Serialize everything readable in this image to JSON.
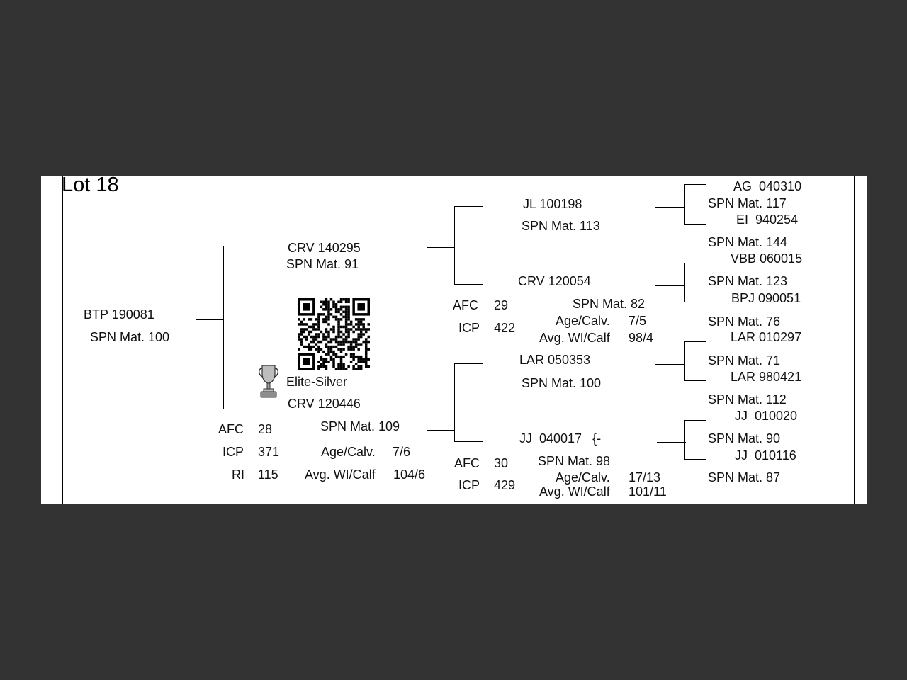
{
  "lot": {
    "title": "Lot 18"
  },
  "animal": {
    "id": "BTP 190081",
    "spn": "SPN Mat. 100"
  },
  "sire": {
    "id": "CRV 140295",
    "spn": "SPN Mat. 91"
  },
  "dam": {
    "award": "Elite-Silver",
    "id": "CRV 120446",
    "spn": "SPN Mat. 109",
    "afc_label": "AFC",
    "afc_value": "28",
    "icp_label": "ICP",
    "icp_value": "371",
    "ri_label": "RI",
    "ri_value": "115",
    "age_label": "Age/Calv.",
    "age_value": "7/6",
    "avg_label": "Avg. WI/Calf",
    "avg_value": "104/6"
  },
  "sire_sire": {
    "id": "JL  100198",
    "spn": "SPN Mat. 113"
  },
  "sire_dam": {
    "id": "CRV 120054",
    "spn": "SPN Mat. 82",
    "afc_label": "AFC",
    "afc_value": "29",
    "icp_label": "ICP",
    "icp_value": "422",
    "age_label": "Age/Calv.",
    "age_value": "7/5",
    "avg_label": "Avg. WI/Calf",
    "avg_value": "98/4"
  },
  "dam_sire": {
    "id": "LAR 050353",
    "spn": "SPN Mat. 100"
  },
  "dam_dam": {
    "id": "JJ  040017   {-",
    "spn": "SPN Mat. 98",
    "afc_label": "AFC",
    "afc_value": "30",
    "icp_label": "ICP",
    "icp_value": "429",
    "age_label": "Age/Calv.",
    "age_value": "17/13",
    "avg_label": "Avg. WI/Calf",
    "avg_value": "101/11"
  },
  "ancestors": [
    {
      "id": "AG  040310",
      "spn": "SPN Mat. 117"
    },
    {
      "id": "EI  940254",
      "spn": "SPN Mat. 144"
    },
    {
      "id": "VBB 060015",
      "spn": "SPN Mat. 123"
    },
    {
      "id": "BPJ 090051",
      "spn": "SPN Mat. 76"
    },
    {
      "id": "LAR 010297",
      "spn": "SPN Mat. 71"
    },
    {
      "id": "LAR 980421",
      "spn": "SPN Mat. 112"
    },
    {
      "id": "JJ  010020",
      "spn": "SPN Mat. 90"
    },
    {
      "id": "JJ  010116",
      "spn": "SPN Mat. 87"
    }
  ],
  "icons": {
    "qr": "qr-code-icon",
    "trophy": "trophy-icon"
  }
}
